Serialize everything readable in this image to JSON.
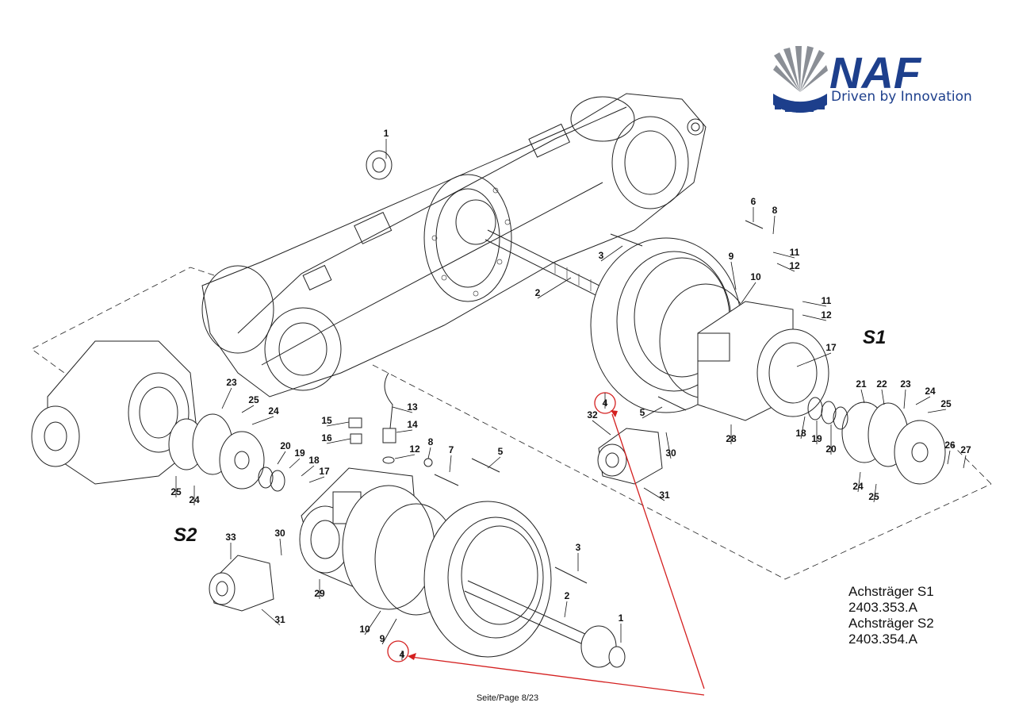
{
  "logo": {
    "wordmark": "NAF",
    "tagline": "Driven by Innovation",
    "brand_color": "#1d3f8c"
  },
  "sections": {
    "s1": "S1",
    "s2": "S2"
  },
  "part_info": {
    "line1": "Achsträger S1",
    "line2": "2403.353.A",
    "line3": "Achsträger S2",
    "line4": "2403.354.A"
  },
  "footer": {
    "page": "Seite/Page 8/23"
  },
  "highlight_color": "#d42020",
  "callouts": [
    {
      "id": "c1a",
      "label": "1"
    },
    {
      "id": "c2a",
      "label": "2"
    },
    {
      "id": "c3a",
      "label": "3"
    },
    {
      "id": "c6",
      "label": "6"
    },
    {
      "id": "c8a",
      "label": "8"
    },
    {
      "id": "c9a",
      "label": "9"
    },
    {
      "id": "c10a",
      "label": "10"
    },
    {
      "id": "c11a",
      "label": "11"
    },
    {
      "id": "c12a",
      "label": "12"
    },
    {
      "id": "c11b",
      "label": "11"
    },
    {
      "id": "c12b",
      "label": "12"
    },
    {
      "id": "c17a",
      "label": "17"
    },
    {
      "id": "c4a",
      "label": "4"
    },
    {
      "id": "c5a",
      "label": "5"
    },
    {
      "id": "c32",
      "label": "32"
    },
    {
      "id": "c30a",
      "label": "30"
    },
    {
      "id": "c31a",
      "label": "31"
    },
    {
      "id": "c28",
      "label": "28"
    },
    {
      "id": "c18a",
      "label": "18"
    },
    {
      "id": "c19a",
      "label": "19"
    },
    {
      "id": "c20a",
      "label": "20"
    },
    {
      "id": "c21",
      "label": "21"
    },
    {
      "id": "c22",
      "label": "22"
    },
    {
      "id": "c23a",
      "label": "23"
    },
    {
      "id": "c24a",
      "label": "24"
    },
    {
      "id": "c25a",
      "label": "25"
    },
    {
      "id": "c26",
      "label": "26"
    },
    {
      "id": "c27",
      "label": "27"
    },
    {
      "id": "c24b",
      "label": "24"
    },
    {
      "id": "c25b",
      "label": "25"
    },
    {
      "id": "c23b",
      "label": "23"
    },
    {
      "id": "c25c",
      "label": "25"
    },
    {
      "id": "c24c",
      "label": "24"
    },
    {
      "id": "c25d",
      "label": "25"
    },
    {
      "id": "c24d",
      "label": "24"
    },
    {
      "id": "c20b",
      "label": "20"
    },
    {
      "id": "c19b",
      "label": "19"
    },
    {
      "id": "c18b",
      "label": "18"
    },
    {
      "id": "c17b",
      "label": "17"
    },
    {
      "id": "c13",
      "label": "13"
    },
    {
      "id": "c14",
      "label": "14"
    },
    {
      "id": "c15",
      "label": "15"
    },
    {
      "id": "c16",
      "label": "16"
    },
    {
      "id": "c12c",
      "label": "12"
    },
    {
      "id": "c8b",
      "label": "8"
    },
    {
      "id": "c7",
      "label": "7"
    },
    {
      "id": "c5b",
      "label": "5"
    },
    {
      "id": "c33",
      "label": "33"
    },
    {
      "id": "c30b",
      "label": "30"
    },
    {
      "id": "c31b",
      "label": "31"
    },
    {
      "id": "c29",
      "label": "29"
    },
    {
      "id": "c3b",
      "label": "3"
    },
    {
      "id": "c2b",
      "label": "2"
    },
    {
      "id": "c1b",
      "label": "1"
    },
    {
      "id": "c10b",
      "label": "10"
    },
    {
      "id": "c9b",
      "label": "9"
    },
    {
      "id": "c4b",
      "label": "4"
    }
  ]
}
